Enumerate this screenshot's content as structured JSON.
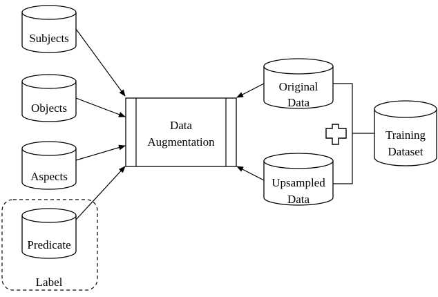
{
  "diagram": {
    "sources": [
      {
        "label": "Subjects"
      },
      {
        "label": "Objects"
      },
      {
        "label": "Aspects"
      },
      {
        "label": "Predicate"
      }
    ],
    "group_label": "Label",
    "process": {
      "line1": "Data",
      "line2": "Augmentation"
    },
    "original": {
      "line1": "Original",
      "line2": "Data"
    },
    "upsampled": {
      "line1": "Upsampled",
      "line2": "Data"
    },
    "training": {
      "line1": "Training",
      "line2": "Dataset"
    },
    "combine_symbol": "plus"
  }
}
